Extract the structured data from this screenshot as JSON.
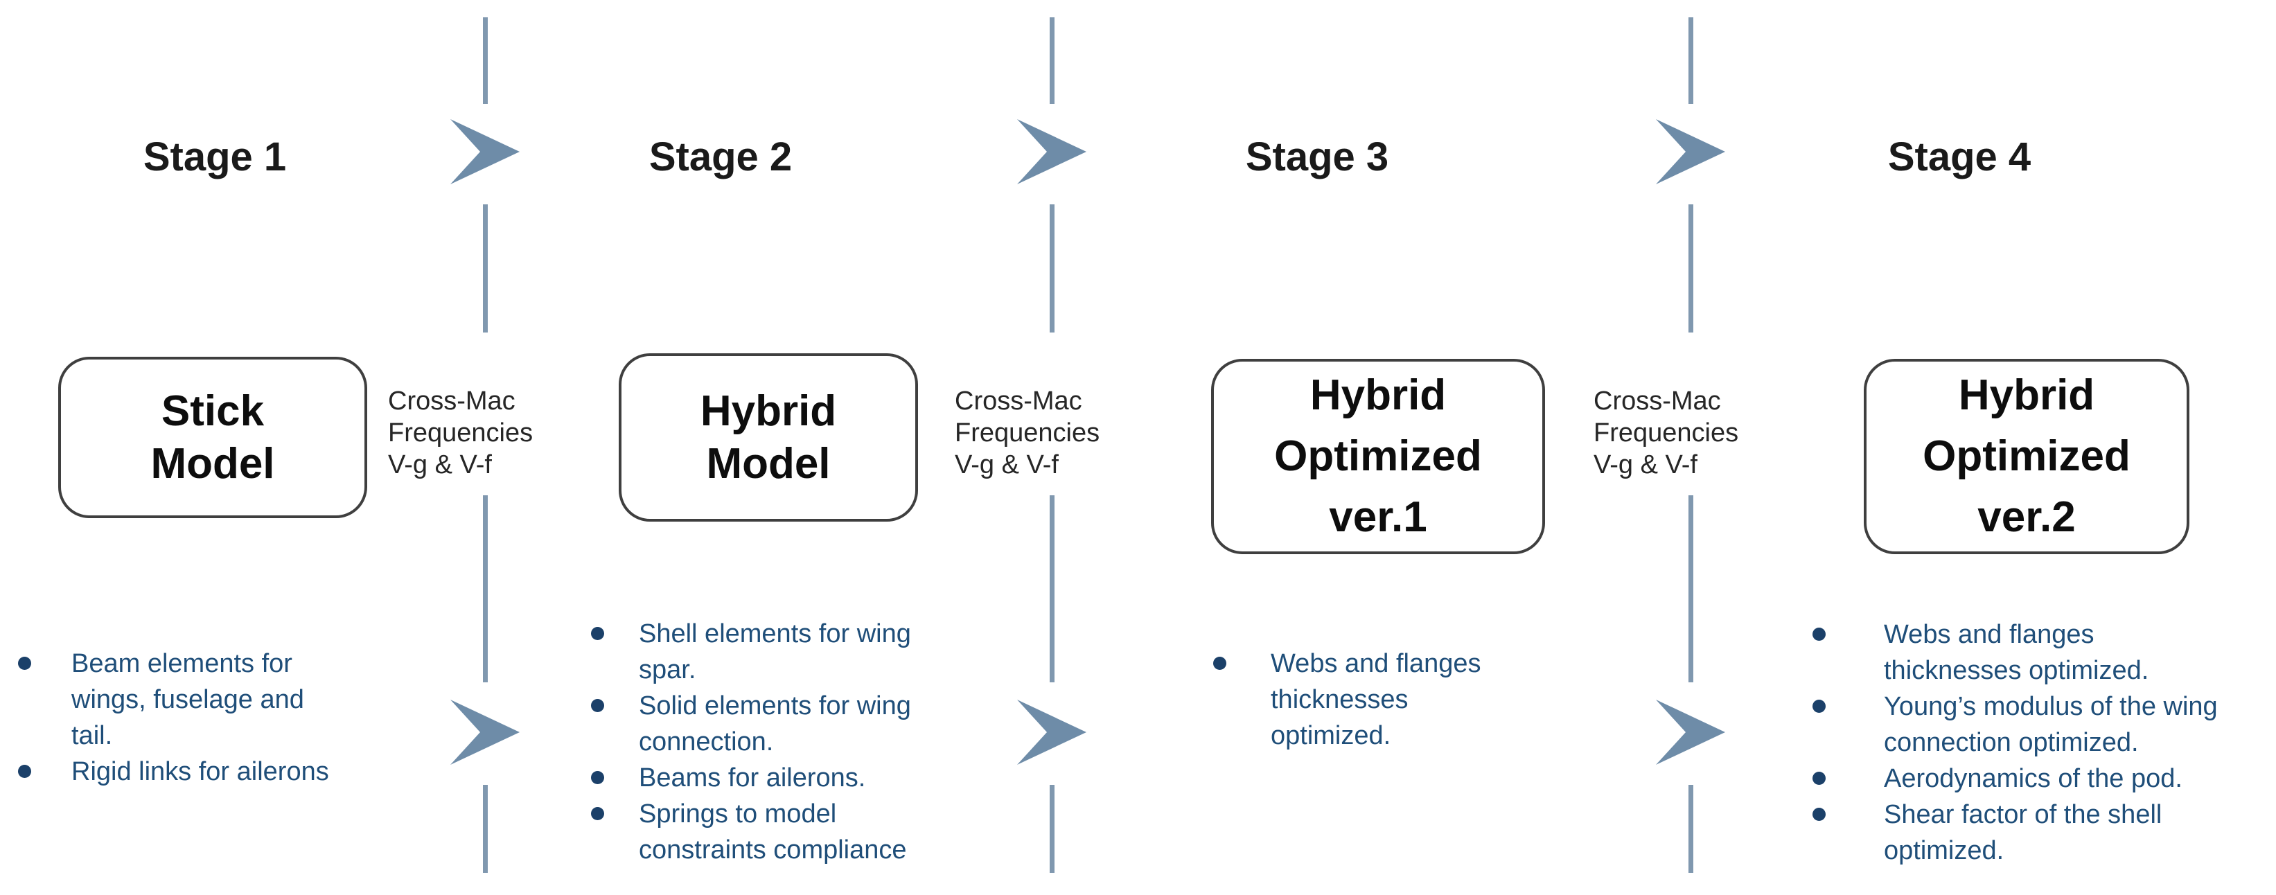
{
  "palette": {
    "background": "#FFFFFF",
    "connector_line": "#8098AF",
    "chevron": "#6E8CA8",
    "box_border": "#3F3F3F",
    "box_text": "#0D0D0D",
    "stage_label": "#1A1A1A",
    "connector_label": "#262626",
    "bullet_text": "#1F4E79",
    "bullet_dot": "#1B4069"
  },
  "stages": [
    {
      "label": "Stage 1",
      "box_lines": [
        "Stick",
        "Model"
      ],
      "items": [
        {
          "lines": [
            "Beam elements for",
            "wings, fuselage and",
            "tail."
          ]
        },
        {
          "lines": [
            "Rigid links for ailerons"
          ]
        }
      ]
    },
    {
      "label": "Stage 2",
      "box_lines": [
        "Hybrid",
        "Model"
      ],
      "items": [
        {
          "lines": [
            "Shell elements for wing",
            "spar."
          ]
        },
        {
          "lines": [
            "Solid elements for wing",
            "connection."
          ]
        },
        {
          "lines": [
            "Beams for ailerons."
          ]
        },
        {
          "lines": [
            "Springs to model",
            "constraints compliance"
          ]
        }
      ]
    },
    {
      "label": "Stage 3",
      "box_lines": [
        "Hybrid",
        "Optimized",
        "ver.1"
      ],
      "items": [
        {
          "lines": [
            "Webs and flanges",
            "thicknesses",
            "optimized."
          ]
        }
      ]
    },
    {
      "label": "Stage 4",
      "box_lines": [
        "Hybrid",
        "Optimized",
        "ver.2"
      ],
      "items": [
        {
          "lines": [
            "Webs and flanges",
            "thicknesses optimized."
          ]
        },
        {
          "lines": [
            "Young’s modulus of the wing",
            "connection optimized."
          ]
        },
        {
          "lines": [
            "Aerodynamics of the pod."
          ]
        },
        {
          "lines": [
            "Shear factor of the shell",
            "optimized."
          ]
        }
      ]
    }
  ],
  "connectors": [
    {
      "label_lines": [
        "Cross-Mac",
        "Frequencies",
        "V-g & V-f"
      ]
    },
    {
      "label_lines": [
        "Cross-Mac",
        "Frequencies",
        "V-g & V-f"
      ]
    },
    {
      "label_lines": [
        "Cross-Mac",
        "Frequencies",
        "V-g & V-f"
      ]
    }
  ]
}
